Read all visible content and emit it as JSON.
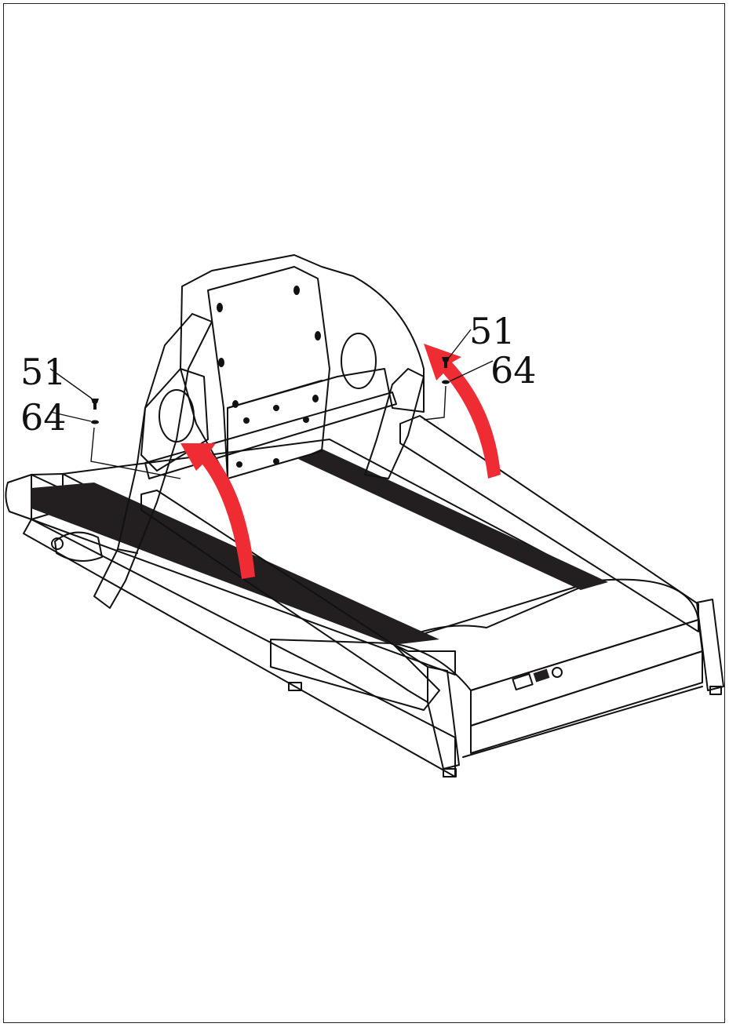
{
  "callouts": {
    "left_top": "51",
    "left_bottom": "64",
    "right_top": "51",
    "right_bottom": "64"
  },
  "colors": {
    "frame_blue": "#25a8df",
    "arrow_red": "#ef2c34",
    "belt_black": "#231f20",
    "outline": "#111111"
  }
}
